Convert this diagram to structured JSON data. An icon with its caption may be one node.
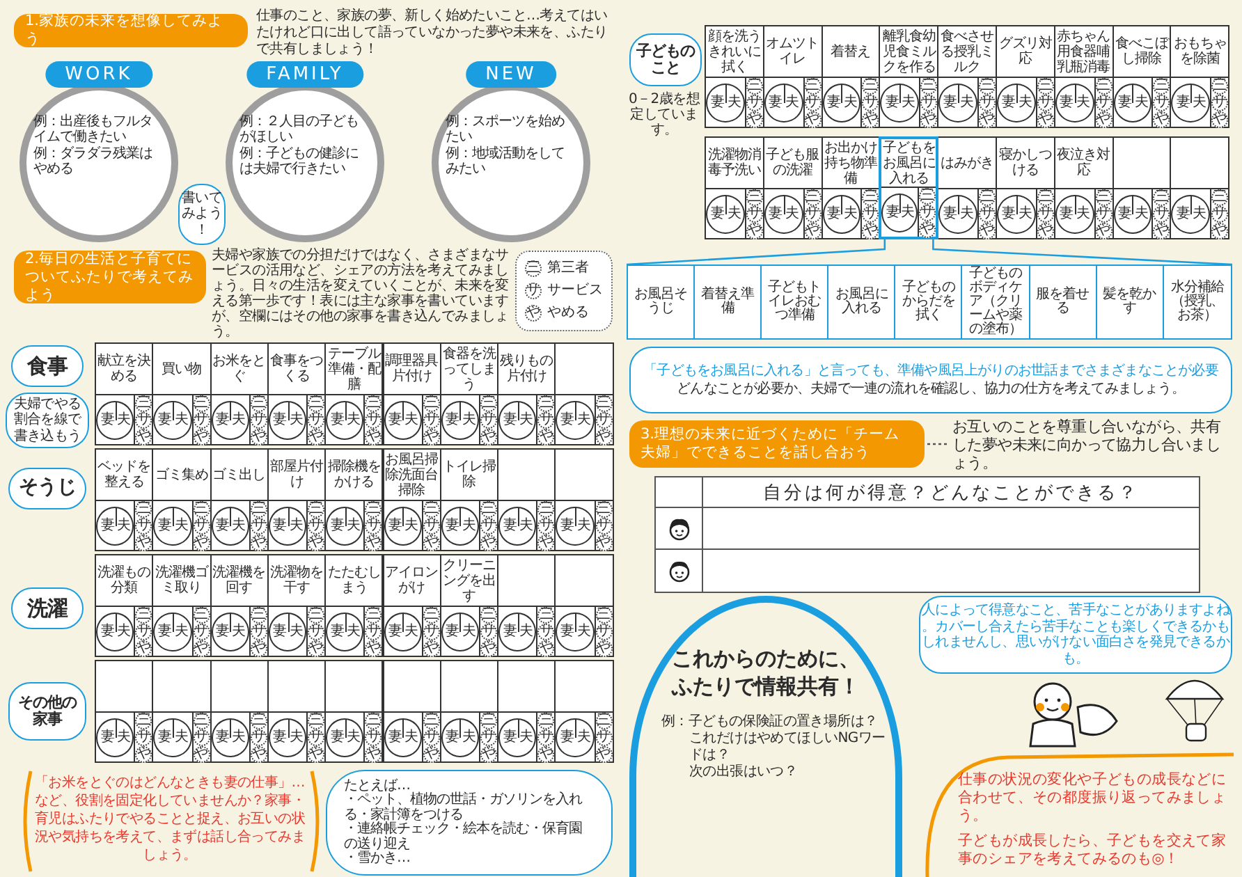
{
  "diagram": {
    "nodes": [
      {
        "text": [
          "1.家族の未来を想像してみよう"
        ]
      },
      {
        "text": [
          "WORK",
          "例：出産後もフルタイムで働きたい",
          "例：ダラダラ残業はやめる"
        ]
      },
      {
        "text": [
          "FAMILY",
          "例：２人目の子どもがほしい",
          "例：子どもの健診には夫婦で行きたい"
        ]
      },
      {
        "text": [
          "NEW",
          "例：スポーツを始めたい",
          "例：地域活動をしてみたい"
        ]
      },
      {
        "text": [
          "書いてみよう！"
        ]
      },
      {
        "text": [
          "2.毎日の生活と子育てについてふたりで考えてみよう"
        ]
      },
      {
        "text": [
          "三",
          "第三者",
          "サ",
          "サービス",
          "や",
          "やめる"
        ]
      },
      {
        "text": [
          "食事"
        ]
      },
      {
        "text": [
          "夫婦でやる割合を線で書き込もう"
        ]
      },
      {
        "text": [
          "そうじ"
        ]
      },
      {
        "text": [
          "洗濯"
        ]
      },
      {
        "text": [
          "その他の家事"
        ]
      },
      {
        "text": [
          "献立を決める",
          "妻",
          "夫",
          "三",
          "サ",
          "や"
        ]
      },
      {
        "text": [
          "買い物",
          "妻",
          "夫",
          "三",
          "サ",
          "や"
        ]
      },
      {
        "text": [
          "お米をとぐ",
          "妻",
          "夫",
          "三",
          "サ",
          "や"
        ]
      },
      {
        "text": [
          "食事をつくる",
          "妻",
          "夫",
          "三",
          "サ",
          "や"
        ]
      },
      {
        "text": [
          "テーブル準備・配膳",
          "妻",
          "夫",
          "三",
          "サ",
          "や"
        ]
      },
      {
        "text": [
          "調理器具片付け",
          "妻",
          "夫",
          "三",
          "サ",
          "や"
        ]
      },
      {
        "text": [
          "食器を洗ってしまう",
          "妻",
          "夫",
          "三",
          "サ",
          "や"
        ]
      },
      {
        "text": [
          "残りもの片付け",
          "妻",
          "夫",
          "三",
          "サ",
          "や"
        ]
      },
      {
        "text": [
          "妻",
          "夫",
          "三",
          "サ",
          "や"
        ]
      },
      {
        "text": [
          "ベッドを整える",
          "妻",
          "夫",
          "三",
          "サ",
          "や"
        ]
      },
      {
        "text": [
          "ゴミ集め",
          "妻",
          "夫",
          "三",
          "サ",
          "や"
        ]
      },
      {
        "text": [
          "ゴミ出し",
          "妻",
          "夫",
          "三",
          "サ",
          "や"
        ]
      },
      {
        "text": [
          "部屋片付け",
          "妻",
          "夫",
          "三",
          "サ",
          "や"
        ]
      },
      {
        "text": [
          "掃除機をかける",
          "妻",
          "夫",
          "三",
          "サ",
          "や"
        ]
      },
      {
        "text": [
          "お風呂掃除洗面台掃除",
          "妻",
          "夫",
          "三",
          "サ",
          "や"
        ]
      },
      {
        "text": [
          "トイレ掃除",
          "妻",
          "夫",
          "三",
          "サ",
          "や"
        ]
      },
      {
        "text": [
          "妻",
          "夫",
          "三",
          "サ",
          "や"
        ]
      },
      {
        "text": [
          "妻",
          "夫",
          "三",
          "サ",
          "や"
        ]
      },
      {
        "text": [
          "洗濯もの分類",
          "妻",
          "夫",
          "三",
          "サ",
          "や"
        ]
      },
      {
        "text": [
          "洗濯機ゴミ取り",
          "妻",
          "夫",
          "三",
          "サ",
          "や"
        ]
      },
      {
        "text": [
          "洗濯機を回す",
          "妻",
          "夫",
          "三",
          "サ",
          "や"
        ]
      },
      {
        "text": [
          "洗濯物を干す",
          "妻",
          "夫",
          "三",
          "サ",
          "や"
        ]
      },
      {
        "text": [
          "たたむしまう",
          "妻",
          "夫",
          "三",
          "サ",
          "や"
        ]
      },
      {
        "text": [
          "アイロンがけ",
          "妻",
          "夫",
          "三",
          "サ",
          "や"
        ]
      },
      {
        "text": [
          "クリーニングを出す",
          "妻",
          "夫",
          "三",
          "サ",
          "や"
        ]
      },
      {
        "text": [
          "妻",
          "夫",
          "三",
          "サ",
          "や"
        ]
      },
      {
        "text": [
          "妻",
          "夫",
          "三",
          "サ",
          "や"
        ]
      },
      {
        "text": [
          "妻",
          "夫",
          "三",
          "サ",
          "や"
        ]
      },
      {
        "text": [
          "妻",
          "夫",
          "三",
          "サ",
          "や"
        ]
      },
      {
        "text": [
          "妻",
          "夫",
          "三",
          "サ",
          "や"
        ]
      },
      {
        "text": [
          "妻",
          "夫",
          "三",
          "サ",
          "や"
        ]
      },
      {
        "text": [
          "妻",
          "夫",
          "三",
          "サ",
          "や"
        ]
      },
      {
        "text": [
          "妻",
          "夫",
          "三",
          "サ",
          "や"
        ]
      },
      {
        "text": [
          "妻",
          "夫",
          "三",
          "サ",
          "や"
        ]
      },
      {
        "text": [
          "妻",
          "夫",
          "三",
          "サ",
          "や"
        ]
      },
      {
        "text": [
          "妻",
          "夫",
          "三",
          "サ",
          "や"
        ]
      },
      {
        "text": [
          "子どものこと"
        ]
      },
      {
        "text": [
          "顔を洗うきれいに拭く",
          "妻",
          "夫",
          "三",
          "サ",
          "や"
        ]
      },
      {
        "text": [
          "オムツトイレ",
          "妻",
          "夫",
          "三",
          "サ",
          "や"
        ]
      },
      {
        "text": [
          "着替え",
          "妻",
          "夫",
          "三",
          "サ",
          "や"
        ]
      },
      {
        "text": [
          "離乳食幼児食ミルクを作る",
          "妻",
          "夫",
          "三",
          "サ",
          "や"
        ]
      },
      {
        "text": [
          "食べさせる授乳ミルク",
          "妻",
          "夫",
          "三",
          "サ",
          "や"
        ]
      },
      {
        "text": [
          "グズリ対応",
          "妻",
          "夫",
          "三",
          "サ",
          "や"
        ]
      },
      {
        "text": [
          "赤ちゃん用食器哺乳瓶消毒",
          "妻",
          "夫",
          "三",
          "サ",
          "や"
        ]
      },
      {
        "text": [
          "食べこぼし掃除",
          "妻",
          "夫",
          "三",
          "サ",
          "や"
        ]
      },
      {
        "text": [
          "おもちゃを除菌",
          "妻",
          "夫",
          "三",
          "サ",
          "や"
        ]
      },
      {
        "text": [
          "洗濯物消毒予洗い",
          "妻",
          "夫",
          "三",
          "サ",
          "や"
        ]
      },
      {
        "text": [
          "子ども服の洗濯",
          "妻",
          "夫",
          "三",
          "サ",
          "や"
        ]
      },
      {
        "text": [
          "お出かけ持ち物準備",
          "妻",
          "夫",
          "三",
          "サ",
          "や"
        ]
      },
      {
        "text": [
          "子どもをお風呂に入れる",
          "妻",
          "夫",
          "三",
          "サ",
          "や"
        ]
      },
      {
        "text": [
          "はみがき",
          "妻",
          "夫",
          "三",
          "サ",
          "や"
        ]
      },
      {
        "text": [
          "寝かしつける",
          "妻",
          "夫",
          "三",
          "サ",
          "や"
        ]
      },
      {
        "text": [
          "夜泣き対応",
          "妻",
          "夫",
          "三",
          "サ",
          "や"
        ]
      },
      {
        "text": [
          "妻",
          "夫",
          "三",
          "サ",
          "や"
        ]
      },
      {
        "text": [
          "妻",
          "夫",
          "三",
          "サ",
          "や"
        ]
      },
      {
        "text": [],
        "shape": "box"
      },
      {
        "text": [
          "お風呂そうじ"
        ],
        "in": 67
      },
      {
        "text": [
          "着替え準備"
        ],
        "in": 67
      },
      {
        "text": [
          "子どもトイレおむつ準備"
        ],
        "in": 67
      },
      {
        "text": [
          "お風呂に入れる"
        ],
        "in": 67
      },
      {
        "text": [
          "子どものからだを拭く"
        ],
        "in": 67
      },
      {
        "text": [
          "子どものボディケア（クリームや薬の塗布）"
        ],
        "in": 67
      },
      {
        "text": [
          "服を着せる"
        ],
        "in": 67
      },
      {
        "text": [
          "髪を乾かす"
        ],
        "in": 67
      },
      {
        "text": [
          "水分補給（授乳、お茶）"
        ],
        "in": 67
      },
      {
        "text": [
          "「子どもをお風呂に入れる」と言っても、準備や風呂上がりのお世話までさまざまなことが必要",
          "どんなことが必要か、夫婦で一連の流れを確認し、協力の仕方を考えてみましょう。"
        ]
      },
      {
        "text": [
          "3.理想の未来に近づくために「チーム夫婦」でできることを話し合おう"
        ]
      },
      {
        "text": [
          "お互いのことを尊重し合いながら、共有した夢や未来に向かって協力し合いましょう。"
        ]
      },
      {
        "text": [
          "これからのために、ふたりで情報共有！",
          "例：子どもの保険証の置き場所は？",
          "これだけはやめてほしいNGワードは？",
          "次の出張はいつ？"
        ]
      },
      {
        "text": [
          "人によって得意なこと、苦手なことがありますよね。カバーし合えたら苦手なことも楽しくできるかもしれませんし、思いがけない面白さを発見できるかも。"
        ]
      },
      {
        "text": [
          "たとえば…",
          "・ペット、植物の世話・ガソリンを入れる・家計簿をつける",
          "・連絡帳チェック・絵本を読む・保育園の送り迎え",
          "・雪かき…"
        ]
      }
    ],
    "edges": [
      {
        "from": 61,
        "to": 67,
        "arrow": "none"
      },
      {
        "from": 78,
        "to": 79,
        "arrow": "none",
        "style": "dashed",
        "color": "#555555"
      }
    ],
    "labels": [
      "仕事のこと、家族の夢、新しく始めたいこと…考えてはいたけれど口に出して語っていなかった夢や未来を、ふたりで共有しましょう！",
      "夫婦や家族での分担だけではなく、さまざまなサービスの活用など、シェアの方法を考えてみましょう。日々の生活を変えていくことが、未来を変える第一歩です！表には主な家事を書いていますが、空欄にはその他の家事を書き込んでみましょう。",
      "「お米をとぐのはどんなときも妻の仕事」…など、役割を固定化していませんか？家事・育児はふたりでやることと捉え、お互いの状況や気持ちを考えて、まずは話し合ってみましょう。",
      "0－2歳を想定しています。",
      "自分は何が得意？どんなことができる？",
      "仕事の状況の変化や子どもの成長などに合わせて、その都度振り返ってみましょう。",
      "子どもが成長したら、子どもを交えて家事のシェアを考えてみるのも◎！"
    ]
  }
}
